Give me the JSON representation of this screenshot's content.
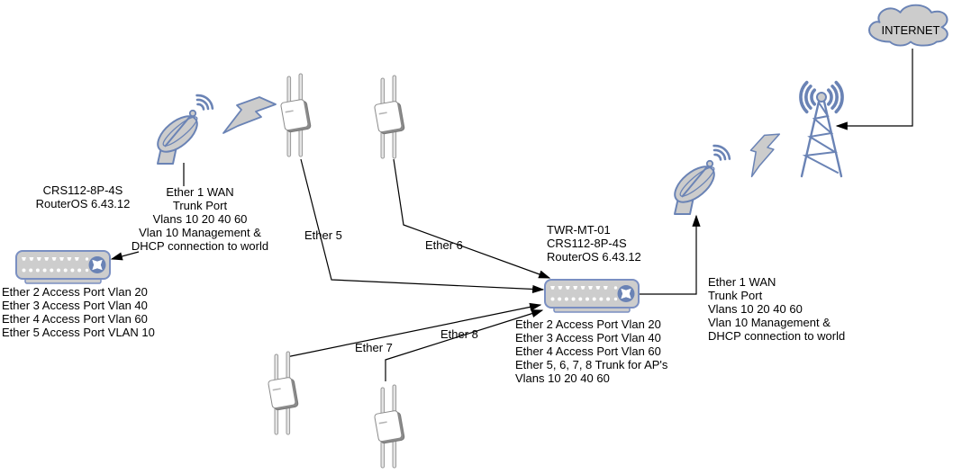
{
  "diagram": {
    "internet": {
      "label": "INTERNET"
    },
    "left_switch": {
      "device_lines": [
        "CRS112-8P-4S",
        "RouterOS 6.43.12"
      ],
      "wan_lines": [
        "Ether 1 WAN",
        "Trunk Port",
        "Vlans 10 20 40 60",
        "Vlan 10 Management &",
        "DHCP connection to world"
      ],
      "port_lines": [
        "Ether 2 Access Port Vlan 20",
        "Ether 3 Access Port Vlan 40",
        "Ether 4 Access Port Vlan 60",
        "Ether 5 Access Port VLAN 10"
      ]
    },
    "tower_switch": {
      "device_lines": [
        "TWR-MT-01",
        "CRS112-8P-4S",
        "RouterOS 6.43.12"
      ],
      "port_lines": [
        "Ether 2 Access Port Vlan 20",
        "Ether 3 Access Port Vlan 40",
        "Ether 4 Access Port Vlan 60",
        "Ether 5, 6, 7, 8 Trunk for AP's",
        "Vlans 10 20 40 60"
      ],
      "wan_lines": [
        "Ether 1 WAN",
        "Trunk Port",
        "Vlans 10 20 40 60",
        "Vlan 10 Management &",
        "DHCP connection to world"
      ]
    },
    "link_labels": {
      "ether5": "Ether 5",
      "ether6": "Ether 6",
      "ether7": "Ether 7",
      "ether8": "Ether 8"
    },
    "colors": {
      "icon_stroke_blue": "#6a83b5",
      "icon_fill_gray": "#cccccc",
      "switch_border_blue": "#7a8fc2",
      "connector_black": "#000000"
    }
  }
}
